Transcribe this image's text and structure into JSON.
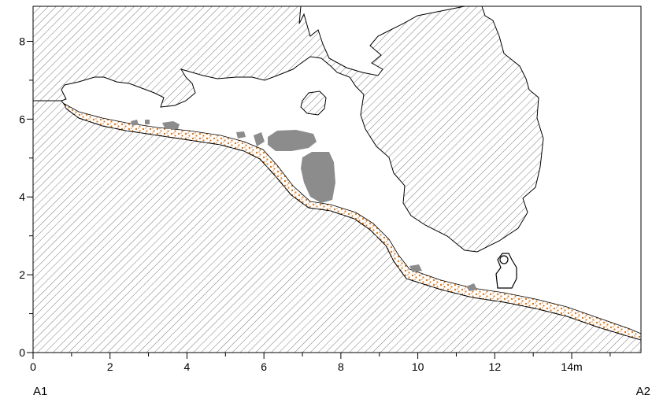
{
  "profile": {
    "x_axis": {
      "ticks": [
        "0",
        "2",
        "4",
        "6",
        "8",
        "10",
        "12",
        "14m"
      ],
      "range": [
        0,
        15.8
      ]
    },
    "y_axis": {
      "ticks": [
        "0",
        "2",
        "4",
        "6",
        "8"
      ],
      "range": [
        0,
        8.9
      ]
    },
    "endpoints": {
      "left": "A1",
      "right": "A2"
    },
    "colors": {
      "rock_hatch": "#7a7a7a",
      "boulders": "#8c8c8c",
      "sediment_dots": "#e07a1a",
      "outline": "#000000"
    }
  }
}
